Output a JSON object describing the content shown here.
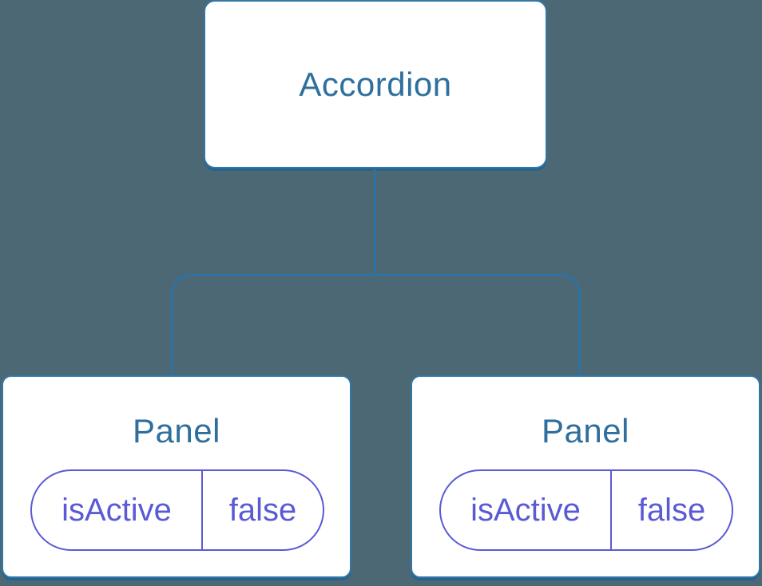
{
  "tree": {
    "root": {
      "label": "Accordion"
    },
    "children": [
      {
        "label": "Panel",
        "state": {
          "name": "isActive",
          "value": "false"
        }
      },
      {
        "label": "Panel",
        "state": {
          "name": "isActive",
          "value": "false"
        }
      }
    ]
  },
  "colors": {
    "background": "#4C6875",
    "node_fill": "#FFFFFF",
    "node_border": "#3177A7",
    "node_shadow": "#26648E",
    "connector": "#2E72A2",
    "title_text": "#2E6F9D",
    "state_accent": "#5A5AD5"
  }
}
